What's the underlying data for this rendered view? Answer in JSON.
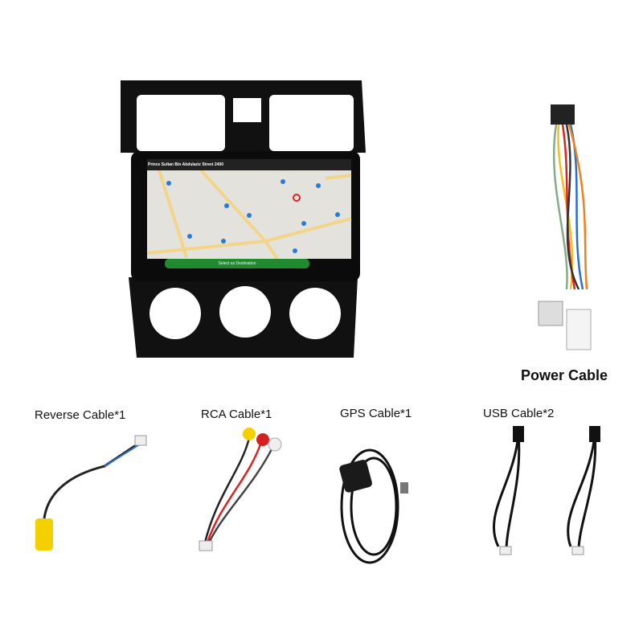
{
  "labels": {
    "power_cable": "Power Cable",
    "reverse_cable": "Reverse Cable*1",
    "rca_cable": "RCA Cable*1",
    "gps_cable": "GPS Cable*1",
    "usb_cable": "USB Cable*2"
  },
  "screen": {
    "street_name": "Prince Sultan Bin Abdulaziz Street 2400",
    "destination_button": "Select as Destination"
  },
  "colors": {
    "frame": "#0d0d0d",
    "map": "#e4e2dc",
    "road": "#f2d58a",
    "pin": "#2b7bd6",
    "nav_green": "#1f8a2e",
    "rca_yellow": "#f4d000",
    "rca_red": "#d42020"
  }
}
